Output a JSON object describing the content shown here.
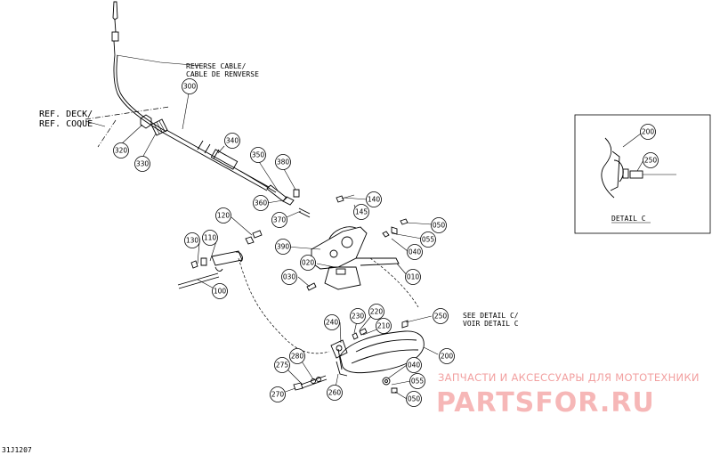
{
  "labels": {
    "reverse_cable_en": "REVERSE CABLE/",
    "reverse_cable_fr": "CABLE DE RENVERSE",
    "ref_deck_en": "REF. DECK/",
    "ref_deck_fr": "REF. COQUE",
    "see_detail_en": "SEE DETAIL C/",
    "see_detail_fr": "VOIR DETAIL C",
    "detail_title": "DETAIL C",
    "diagram_code": "31J1207"
  },
  "watermark": {
    "line1": "ЗАПЧАСТИ И АКСЕССУАРЫ ДЛЯ МОТОТЕХНИКИ",
    "line2": "PARTSFOR.RU"
  },
  "callouts": [
    {
      "id": "c300",
      "num": "300"
    },
    {
      "id": "c320",
      "num": "320"
    },
    {
      "id": "c330",
      "num": "330"
    },
    {
      "id": "c340",
      "num": "340"
    },
    {
      "id": "c350",
      "num": "350"
    },
    {
      "id": "c380",
      "num": "380"
    },
    {
      "id": "c360",
      "num": "360"
    },
    {
      "id": "c370",
      "num": "370"
    },
    {
      "id": "c140",
      "num": "140"
    },
    {
      "id": "c145",
      "num": "145"
    },
    {
      "id": "c050a",
      "num": "050"
    },
    {
      "id": "c055a",
      "num": "055"
    },
    {
      "id": "c040a",
      "num": "040"
    },
    {
      "id": "c010",
      "num": "010"
    },
    {
      "id": "c120",
      "num": "120"
    },
    {
      "id": "c130",
      "num": "130"
    },
    {
      "id": "c110",
      "num": "110"
    },
    {
      "id": "c390",
      "num": "390"
    },
    {
      "id": "c020",
      "num": "020"
    },
    {
      "id": "c030",
      "num": "030"
    },
    {
      "id": "c100",
      "num": "100"
    },
    {
      "id": "c240",
      "num": "240"
    },
    {
      "id": "c230",
      "num": "230"
    },
    {
      "id": "c220",
      "num": "220"
    },
    {
      "id": "c210",
      "num": "210"
    },
    {
      "id": "c250a",
      "num": "250"
    },
    {
      "id": "c200a",
      "num": "200"
    },
    {
      "id": "c040b",
      "num": "040"
    },
    {
      "id": "c055b",
      "num": "055"
    },
    {
      "id": "c050b",
      "num": "050"
    },
    {
      "id": "c280",
      "num": "280"
    },
    {
      "id": "c275",
      "num": "275"
    },
    {
      "id": "c260",
      "num": "260"
    },
    {
      "id": "c270",
      "num": "270"
    },
    {
      "id": "c200b",
      "num": "200"
    },
    {
      "id": "c250b",
      "num": "250"
    }
  ]
}
